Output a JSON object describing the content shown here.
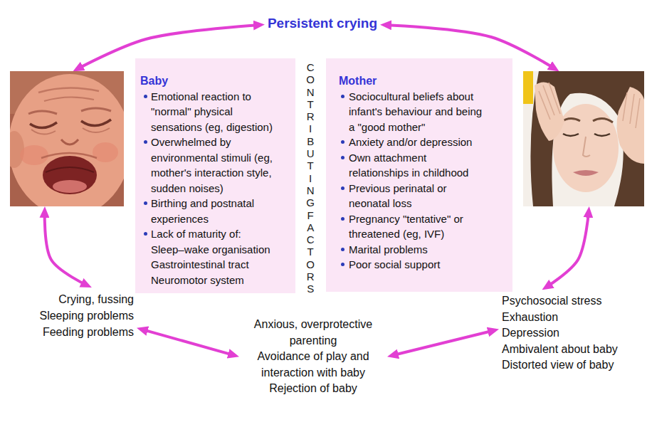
{
  "diagram": {
    "nodes": [
      {
        "text": [
          "Persistent crying"
        ]
      },
      {
        "text": [
          "Baby",
          "Emotional reaction to \"normal\" physical sensations (eg, digestion)",
          "Overwhelmed by environmental stimuli (eg, mother's interaction style, sudden noises)",
          "Birthing and postnatal experiences",
          "Lack of maturity of:",
          "Sleep–wake organisation",
          "Gastrointestinal tract",
          "Neuromotor system"
        ]
      },
      {
        "text": [
          "Mother",
          "Sociocultural beliefs about infant's behaviour and being a \"good mother\"",
          "Anxiety and/or depression",
          "Own attachment relationships in childhood",
          "Previous perinatal or neonatal loss",
          "Pregnancy \"tentative\" or threatened (eg, IVF)",
          "Marital problems",
          "Poor social support"
        ]
      },
      {
        "text": [
          "Crying, fussing",
          "Sleeping problems",
          "Feeding problems"
        ]
      },
      {
        "text": [
          "Anxious, overprotective parenting",
          "Avoidance of play and interaction with baby",
          "Rejection of baby"
        ]
      },
      {
        "text": [
          "Psychosocial stress",
          "Exhaustion",
          "Depression",
          "Ambivalent about baby",
          "Distorted view of baby"
        ]
      }
    ],
    "edges": [
      {
        "from": 0,
        "to": 1,
        "arrow": "both"
      },
      {
        "from": 0,
        "to": 2,
        "arrow": "both"
      },
      {
        "from": 1,
        "to": 3,
        "arrow": "both"
      },
      {
        "from": 2,
        "to": 5,
        "arrow": "both"
      },
      {
        "from": 3,
        "to": 4,
        "arrow": "both"
      },
      {
        "from": 4,
        "to": 5,
        "arrow": "both"
      }
    ],
    "labels": [
      "CONTRIBUTING FACTORS"
    ]
  }
}
